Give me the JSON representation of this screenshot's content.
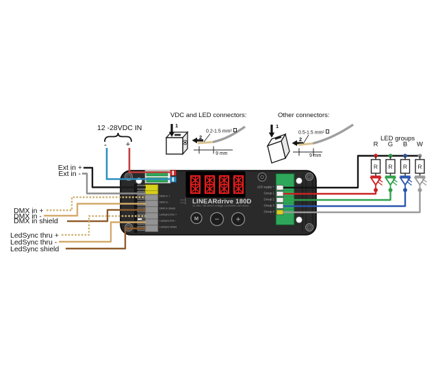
{
  "power": {
    "title": "12 -28VDC IN",
    "minus": "-",
    "plus": "+"
  },
  "left_labels": [
    {
      "id": "ext-in-plus",
      "label": "Ext in +"
    },
    {
      "id": "ext-in-minus",
      "label": "Ext in -"
    },
    {
      "id": "dmx-in-plus",
      "label": "DMX in +"
    },
    {
      "id": "dmx-in-minus",
      "label": "DMX in -"
    },
    {
      "id": "dmx-in-shield",
      "label": "DMX in shield"
    },
    {
      "id": "ledsync-thru-plus",
      "label": "LedSync thru +"
    },
    {
      "id": "ledsync-thru-minus",
      "label": "LedSync thru -"
    },
    {
      "id": "ledsync-shield",
      "label": "LedSync shield"
    }
  ],
  "connector_guides": {
    "vdc": {
      "title": "VDC and LED connectors:",
      "step1": "1",
      "step2": "2",
      "wire_size": "0.2-1.5 mm²",
      "strip_length": "9 mm"
    },
    "other": {
      "title": "Other connectors:",
      "step1": "1",
      "step2": "2",
      "wire_size": "0.5-1.5 mm²",
      "strip_length": "9 mm"
    }
  },
  "led_groups": {
    "title": "LED groups",
    "resistor_label": "R",
    "channels": [
      {
        "label": "R",
        "color": "#cc2222"
      },
      {
        "label": "G",
        "color": "#2fa04a"
      },
      {
        "label": "B",
        "color": "#2a56b0"
      },
      {
        "label": "W",
        "color": "#9a9a9a"
      }
    ]
  },
  "device": {
    "name": "LINEARdrive 180D",
    "subtitle": "12-28V / 6A Direct voltage controlled LED driver",
    "display_value": "8888",
    "buttons": [
      {
        "label": "M"
      },
      {
        "label": "−"
      },
      {
        "label": "+"
      }
    ],
    "port_labels": [
      "DMX in +",
      "DMX in -",
      "DMX in shield",
      "LedSync thru +",
      "LedSync thru -",
      "LedSync shield"
    ],
    "right_labels": [
      "LED supply +",
      "Group 1",
      "Group 2",
      "Group 3",
      "Group 4"
    ]
  },
  "colors": {
    "device_body": "#2a2a2a",
    "display_red": "#e81e1e",
    "green_connector": "#2fa75a",
    "yellow_terminal": "#d8cf1e",
    "vdc_plus_wire": "#c43c3c",
    "vdc_minus_wire": "#2e8fc0",
    "ext_plus_wire": "#1a1a1a",
    "ext_minus_wire": "#8c8c8c",
    "data_plus_wire_dashed": "#cdb272",
    "data_minus_wire": "#d4a96a",
    "shield_wire": "#8e5c2c",
    "led_supply_wire": "#141414"
  }
}
